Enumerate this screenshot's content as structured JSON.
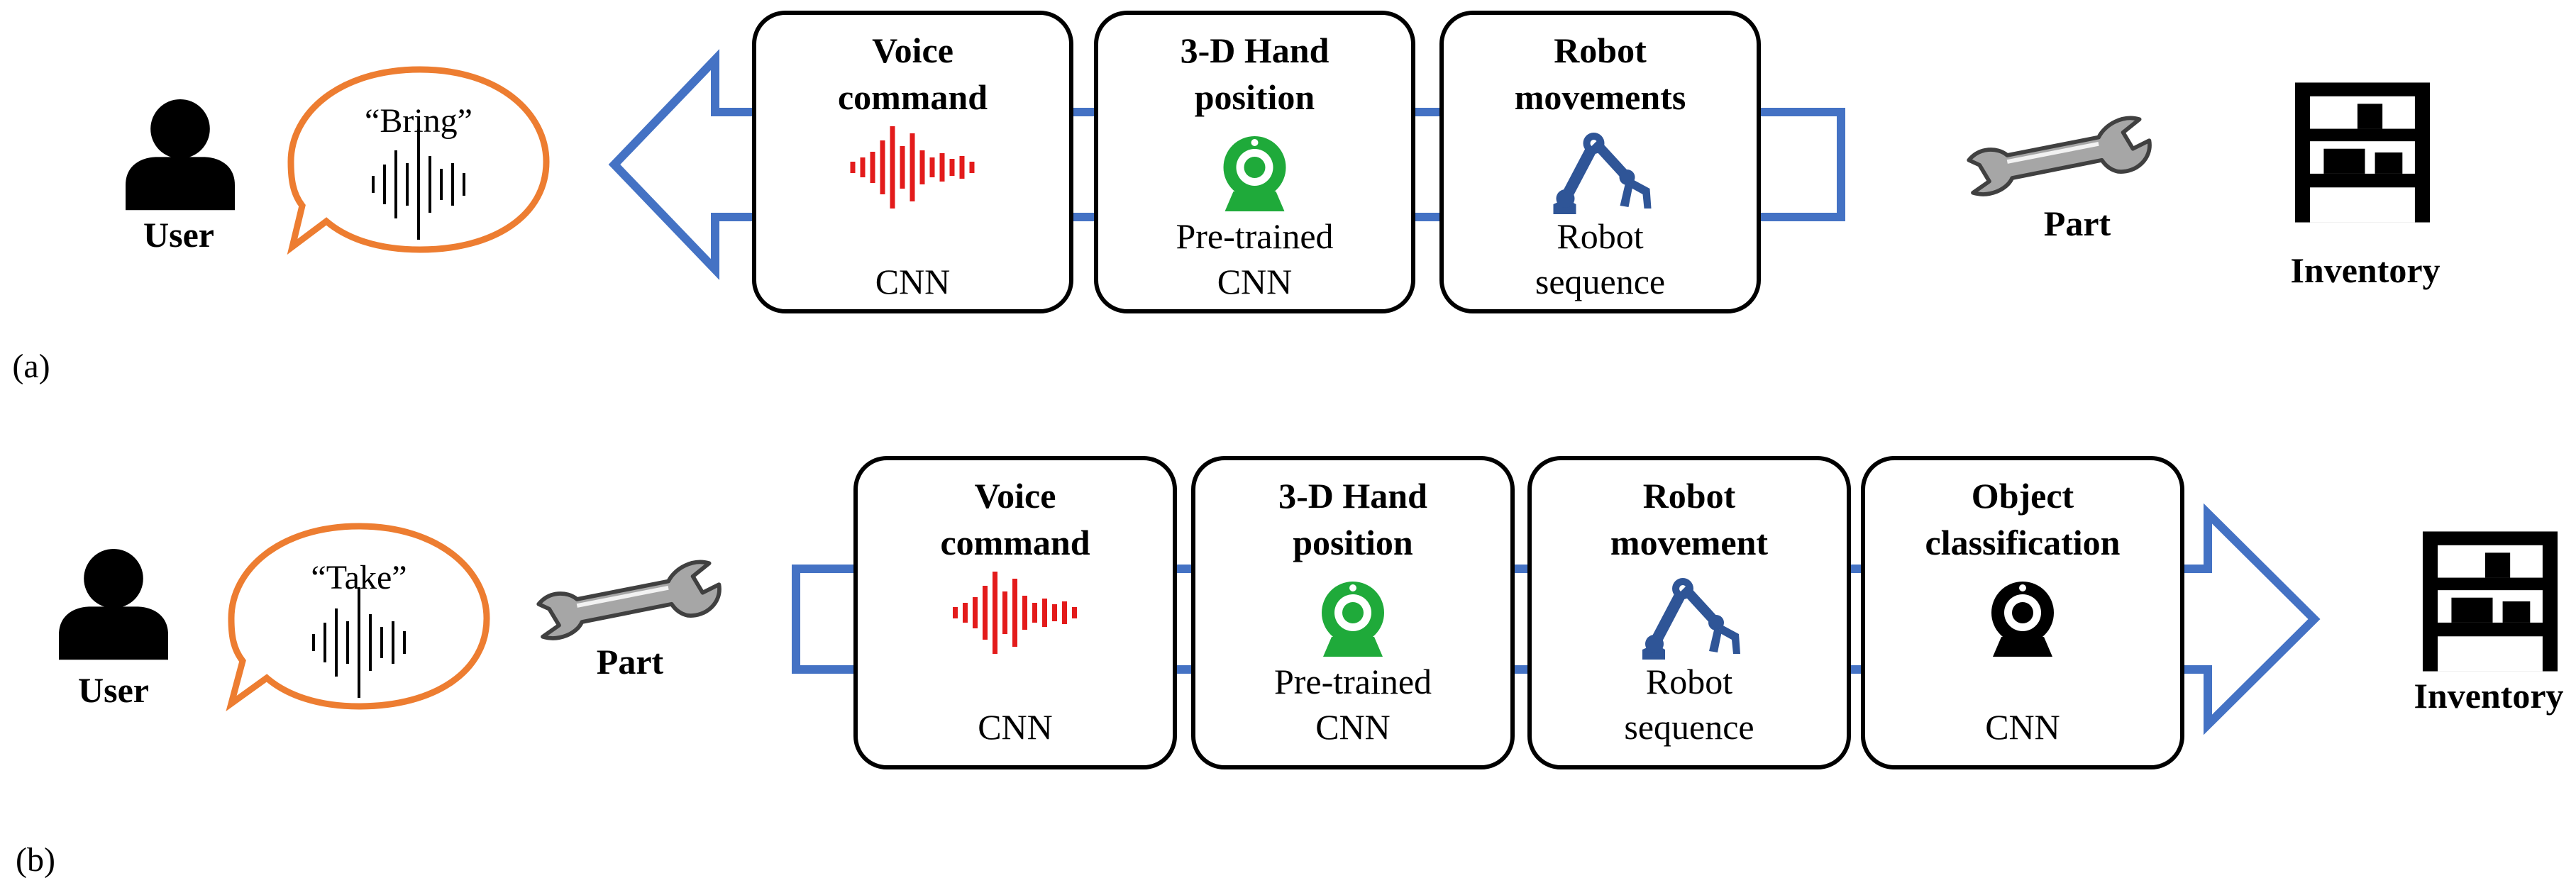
{
  "colors": {
    "arrow": "#4472C4",
    "bubble": "#ED7D31",
    "waveform_red": "#E31B1B",
    "camera_green": "#1FAA3A",
    "robot_blue": "#2F5597",
    "black": "#000000"
  },
  "panel_a": {
    "tag": "(a)",
    "user_label": "User",
    "speech": "“Bring”",
    "part_label": "Part",
    "inventory_label": "Inventory",
    "blocks": [
      {
        "title1": "Voice",
        "title2": "command",
        "sub1": "",
        "sub2": "CNN",
        "icon": "waveform-icon"
      },
      {
        "title1": "3-D Hand",
        "title2": "position",
        "sub1": "Pre-trained",
        "sub2": "CNN",
        "icon": "webcam-icon"
      },
      {
        "title1": "Robot",
        "title2": "movements",
        "sub1": "Robot",
        "sub2": "sequence",
        "icon": "robot-arm-icon"
      }
    ]
  },
  "panel_b": {
    "tag": "(b)",
    "user_label": "User",
    "speech": "“Take”",
    "part_label": "Part",
    "inventory_label": "Inventory",
    "blocks": [
      {
        "title1": "Voice",
        "title2": "command",
        "sub1": "",
        "sub2": "CNN",
        "icon": "waveform-icon"
      },
      {
        "title1": "3-D Hand",
        "title2": "position",
        "sub1": "Pre-trained",
        "sub2": "CNN",
        "icon": "webcam-icon"
      },
      {
        "title1": "Robot",
        "title2": "movement",
        "sub1": "Robot",
        "sub2": "sequence",
        "icon": "robot-arm-icon"
      },
      {
        "title1": "Object",
        "title2": "classification",
        "sub1": "",
        "sub2": "CNN",
        "icon": "webcam-dark-icon"
      }
    ]
  }
}
